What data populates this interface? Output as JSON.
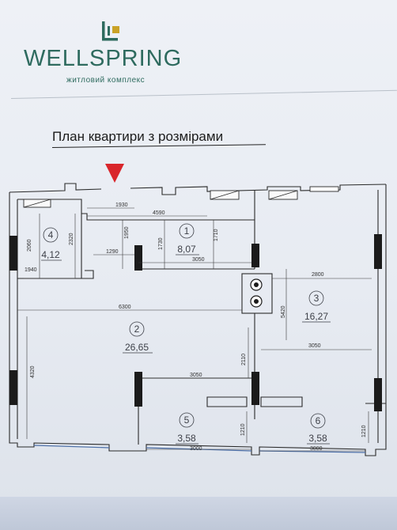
{
  "brand": {
    "name": "WELLSPRING",
    "tagline": "житловий комплекс",
    "color": "#2e6b5f",
    "accent": "#c9a227"
  },
  "title": "План квартири з розмірами",
  "marker": {
    "icon": "entrance-arrow-icon",
    "color": "#d9262b"
  },
  "rooms": [
    {
      "number": "4",
      "area": "4,12"
    },
    {
      "number": "1",
      "area": "8,07"
    },
    {
      "number": "2",
      "area": "26,65"
    },
    {
      "number": "3",
      "area": "16,27"
    },
    {
      "number": "5",
      "area": "3,58"
    },
    {
      "number": "6",
      "area": "3,58"
    }
  ],
  "dimensions": {
    "d1930": "1930",
    "d4590": "4590",
    "d1950": "1950",
    "d1730": "1730",
    "d1710": "1710",
    "d2320": "2320",
    "d2060": "2060",
    "d1940": "1940",
    "d1290": "1290",
    "d3050_top": "3050",
    "d2800": "2800",
    "d5420": "5420",
    "d6300": "6300",
    "d3050_right": "3050",
    "d4320": "4320",
    "d2110": "2110",
    "d3050_mid": "3050",
    "d1210_left": "1210",
    "d1210_right": "1210",
    "d3000_left": "3000",
    "d3000_right": "3000"
  }
}
